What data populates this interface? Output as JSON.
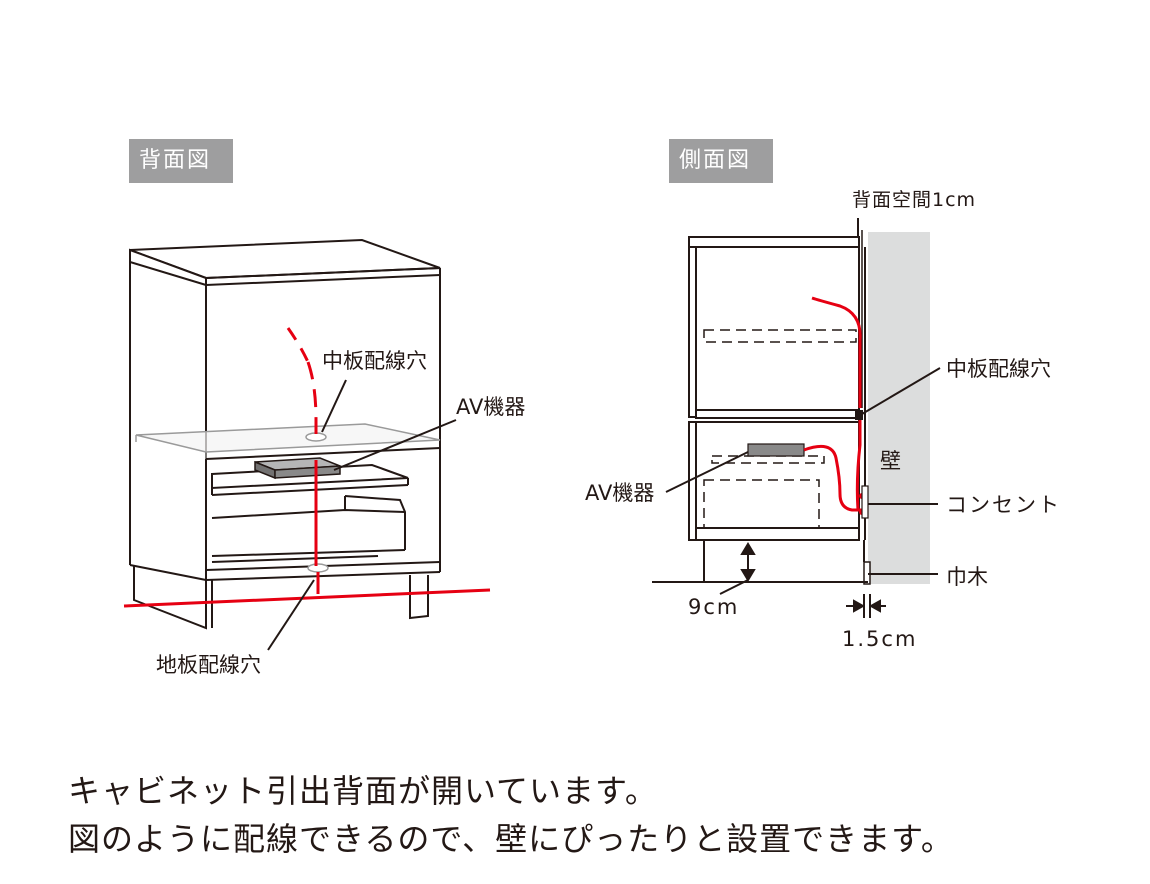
{
  "views": {
    "back": {
      "title": "背面図",
      "labels": {
        "middle_hole": "中板配線穴",
        "av": "AV機器",
        "floor_hole": "地板配線穴"
      }
    },
    "side": {
      "title": "側面図",
      "labels": {
        "back_space": "背面空間1cm",
        "middle_hole": "中板配線穴",
        "wall": "壁",
        "av": "AV機器",
        "outlet": "コンセント",
        "baseboard": "巾木",
        "leg_height": "9cm",
        "baseboard_depth": "1.5cm"
      }
    }
  },
  "caption": {
    "line1": "キャビネット引出背面が開いています。",
    "line2": "図のように配線できるので、壁にぴったりと設置できます。"
  },
  "colors": {
    "cable": "#e60012",
    "tag_bg": "#9e9e9f",
    "wall": "#dcdddd",
    "device": "#898989",
    "line": "#231815"
  }
}
